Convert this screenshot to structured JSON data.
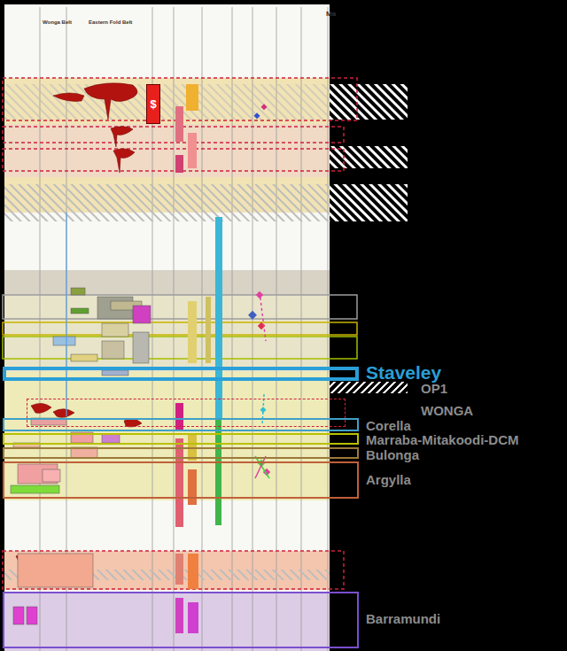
{
  "diagram": {
    "nodes": [
      {
        "text": [
          "$"
        ]
      },
      {
        "text": [
          "Staveley"
        ]
      },
      {
        "text": [
          "OP1"
        ]
      },
      {
        "text": [
          "WONGA"
        ]
      },
      {
        "text": [
          "Corella"
        ]
      },
      {
        "text": [
          "Marraba-Mitakoodi-DCM"
        ]
      },
      {
        "text": [
          "Bulonga"
        ]
      },
      {
        "text": [
          "Argylla"
        ]
      },
      {
        "text": [
          "Barramundi"
        ]
      }
    ],
    "labels": [
      "Ma",
      "Wonga Belt",
      "Eastern Fold Belt"
    ]
  }
}
